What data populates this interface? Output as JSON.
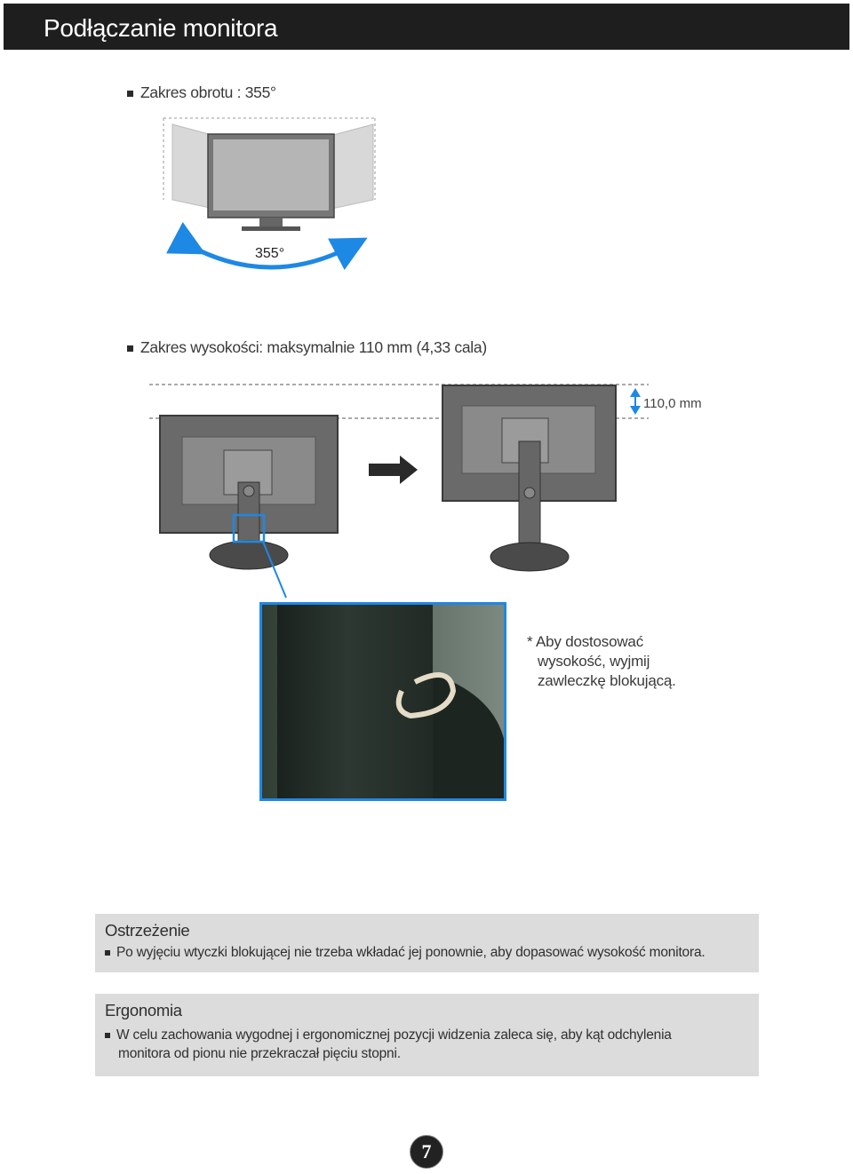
{
  "header": {
    "title": "Podłączanie monitora"
  },
  "swivel": {
    "label": "Zakres obrotu : 355°",
    "angle_label": "355°"
  },
  "height": {
    "label": "Zakres wysokości: maksymalnie 110 mm (4,33 cala)",
    "dimension_label": "110,0 mm"
  },
  "note": {
    "lines": [
      "* Aby dostosować",
      "wysokość, wyjmij",
      "zawleczkę blokującą."
    ]
  },
  "warning": {
    "title": "Ostrzeżenie",
    "text": "Po wyjęciu wtyczki blokującej nie trzeba wkładać jej ponownie, aby dopasować wysokość monitora."
  },
  "ergonomics": {
    "title": "Ergonomia",
    "lines": [
      "W celu zachowania wygodnej i ergonomicznej pozycji widzenia zaleca się, aby kąt odchylenia",
      "monitora od pionu nie przekraczał pięciu stopni."
    ]
  },
  "page_number": "7",
  "colors": {
    "header_bg": "#1e1e1e",
    "accent_blue": "#1e88e5",
    "box_bg": "#dcdcdc"
  }
}
